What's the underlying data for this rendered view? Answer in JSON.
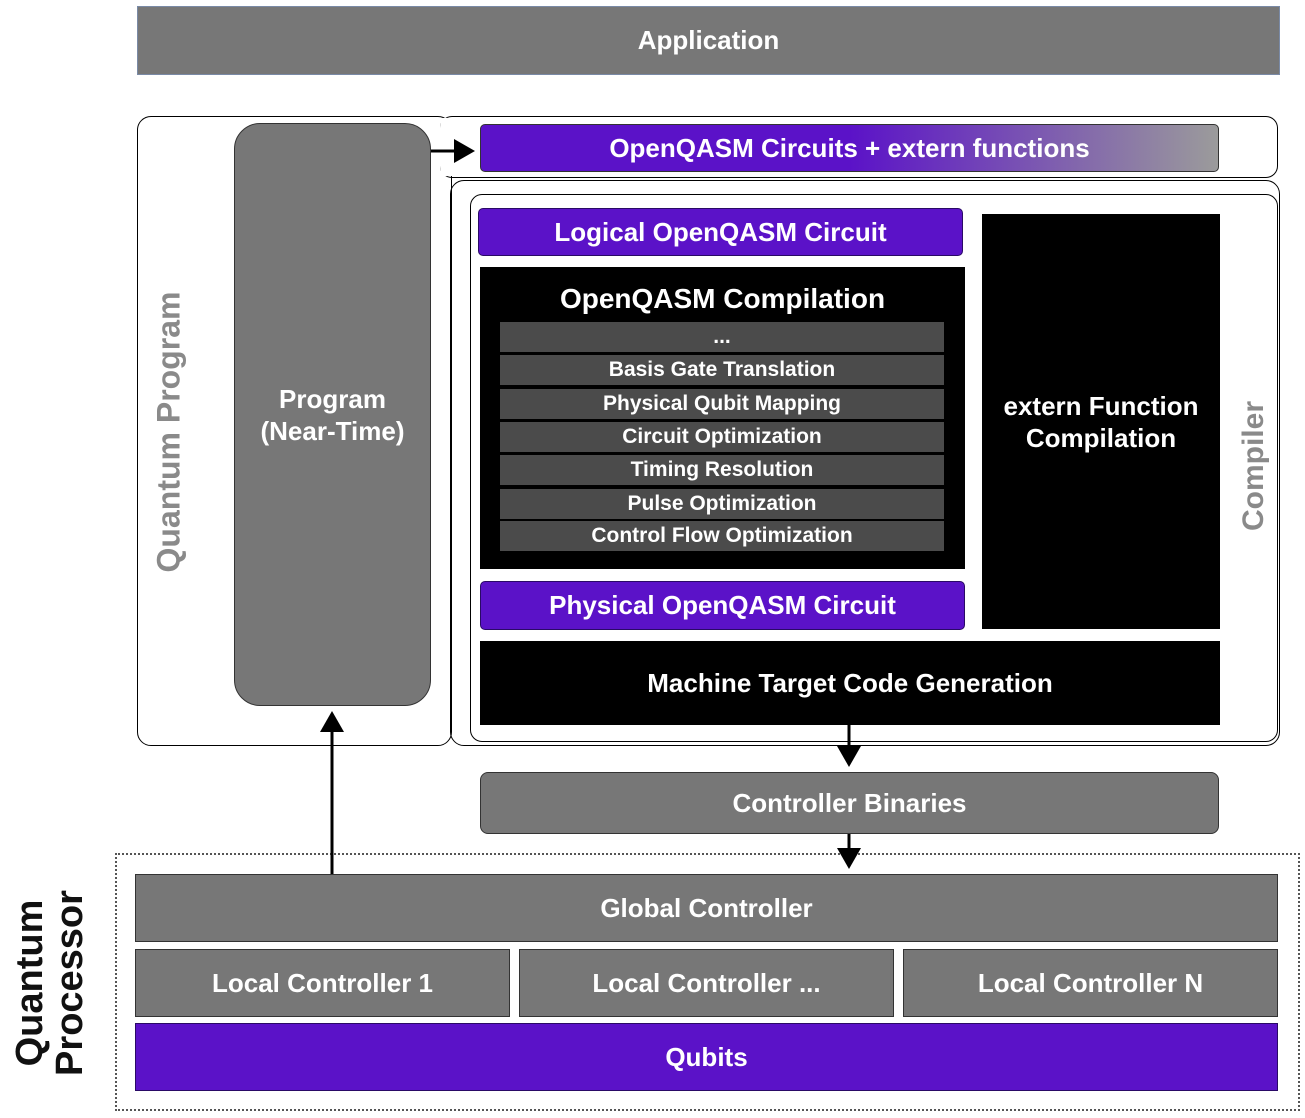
{
  "application": "Application",
  "quantum_program": {
    "label": "Quantum Program",
    "program": "Program\n(Near-Time)",
    "circuits_extern": "OpenQASM Circuits + extern functions"
  },
  "compiler": {
    "label": "Compiler",
    "logical_circuit": "Logical OpenQASM Circuit",
    "compilation_title": "OpenQASM Compilation",
    "passes": [
      "...",
      "Basis Gate Translation",
      "Physical Qubit Mapping",
      "Circuit Optimization",
      "Timing Resolution",
      "Pulse Optimization",
      "Control Flow Optimization"
    ],
    "physical_circuit": "Physical OpenQASM Circuit",
    "extern_compilation": "extern Function\nCompilation",
    "machine_codegen": "Machine Target Code Generation"
  },
  "controller_binaries": "Controller Binaries",
  "quantum_processor": {
    "label": "Quantum\nProcessor",
    "global_controller": "Global Controller",
    "local_controllers": [
      "Local Controller 1",
      "Local Controller ...",
      "Local Controller N"
    ],
    "qubits": "Qubits"
  },
  "colors": {
    "gray_box": "#777777",
    "pass_row": "#4b4b4b",
    "purple": "#5b12c8",
    "black": "#000000",
    "label_gray": "#8a8a8a"
  }
}
